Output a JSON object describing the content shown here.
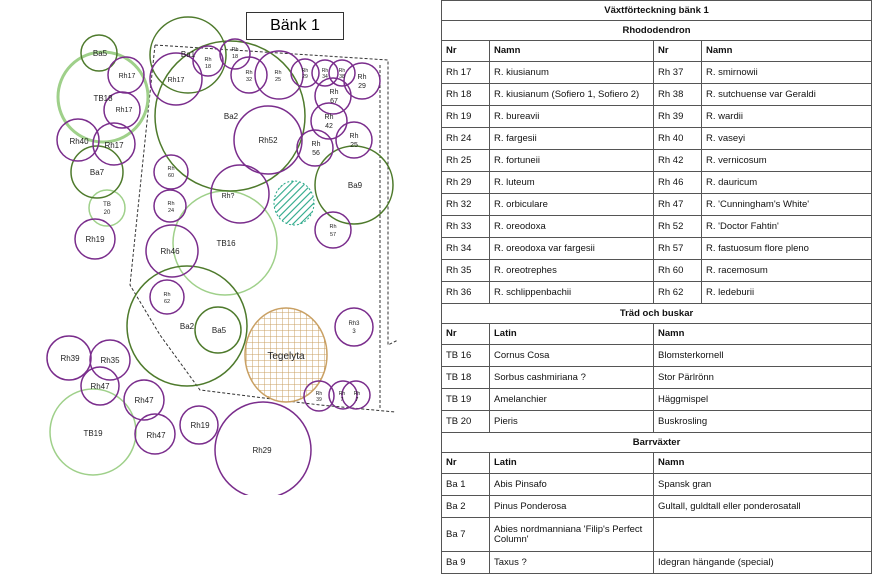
{
  "title": "Bänk 1",
  "map": {
    "labels": {
      "ba5_top": "Ba5",
      "rh17_a": "Rh17",
      "tb18": "TB18",
      "rh17_b": "Rh17",
      "rh40": "Rh40",
      "rh17_c": "Rh17",
      "ba7": "Ba7",
      "tb20_a": "TB",
      "tb20_b": "20",
      "rh19_left": "Rh19",
      "ba1": "Ba1",
      "rh17_top": "Rh17",
      "rh18_a": "Rh",
      "rh18_b": "18",
      "rh18b_a": "Rh",
      "rh18b_b": "18",
      "rh32_a": "Rh",
      "rh32_b": "32",
      "rh25_a": "Rh",
      "rh25_b": "25",
      "rh29s_a": "Rh",
      "rh29s_b": "29",
      "rh34_a": "Rh",
      "rh34_b": "34",
      "rh38_a": "Rh",
      "rh38_b": "38",
      "rh29_a": "Rh",
      "rh29_b": "29",
      "rh67_a": "Rh",
      "rh67_b": "67",
      "rh42_a": "Rh",
      "rh42_b": "42",
      "rh25b_a": "Rh",
      "rh25b_b": "25",
      "rh56_a": "Rh",
      "rh56_b": "56",
      "ba2_top": "Ba2",
      "rh52": "Rh52",
      "rh60_a": "Rh",
      "rh60_b": "60",
      "rhq": "Rh?",
      "ba9": "Ba9",
      "rh24_a": "Rh",
      "rh24_b": "24",
      "rh57_a": "Rh",
      "rh57_b": "57",
      "rh46": "Rh46",
      "tb16": "TB16",
      "rh62_a": "Rh",
      "rh62_b": "62",
      "ba2_bot": "Ba2",
      "ba5_bot": "Ba5",
      "rh33_a": "Rh3",
      "rh33_b": "3",
      "tegelyta": "Tegelyta",
      "rh39": "Rh39",
      "rh35": "Rh35",
      "rh47_a": "Rh47",
      "rh47_b": "Rh47",
      "tb19": "TB19",
      "rh47_c": "Rh47",
      "rh19_bot": "Rh19",
      "rh29_big": "Rh29",
      "rh39s_a": "Rh",
      "rh39s_b": "39",
      "rh7a_a": "Rh",
      "rh7a_b": "7",
      "rh7b_a": "Rh",
      "rh7b_b": "7"
    }
  },
  "table_title": "Växtförteckning bänk 1",
  "rhododendron": {
    "heading": "Rhododendron",
    "cols": [
      "Nr",
      "Namn",
      "Nr",
      "Namn"
    ],
    "rows": [
      [
        "Rh 17",
        "R. kiusianum",
        "Rh 37",
        "R. smirnowii"
      ],
      [
        "Rh 18",
        "R. kiusianum (Sofiero 1, Sofiero 2)",
        "Rh 38",
        "R. sutchuense var Geraldi"
      ],
      [
        "Rh 19",
        "R. bureavii",
        "Rh 39",
        "R. wardii"
      ],
      [
        "Rh 24",
        "R. fargesii",
        "Rh 40",
        "R. vaseyi"
      ],
      [
        "Rh 25",
        "R. fortuneii",
        "Rh 42",
        "R. vernicosum"
      ],
      [
        "Rh 29",
        "R. luteum",
        "Rh 46",
        "R. dauricum"
      ],
      [
        "Rh 32",
        "R. orbiculare",
        "Rh 47",
        "R.  'Cunningham's White'"
      ],
      [
        "Rh 33",
        "R. oreodoxa",
        "Rh 52",
        "R. 'Doctor Fahtin'"
      ],
      [
        "Rh 34",
        "R. oreodoxa var fargesii",
        "Rh 57",
        "R. fastuosum flore pleno"
      ],
      [
        "Rh 35",
        "R. oreotrephes",
        "Rh 60",
        "R. racemosum"
      ],
      [
        "Rh 36",
        "R. schlippenbachii",
        "Rh 62",
        "R. ledeburii"
      ]
    ]
  },
  "trad": {
    "heading": "Träd och buskar",
    "cols": [
      "Nr",
      "Latin",
      "Namn"
    ],
    "rows": [
      [
        "TB 16",
        "Cornus Cosa",
        "Blomsterkornell"
      ],
      [
        "TB 18",
        "Sorbus cashmiriana ?",
        "Stor Pärlrönn"
      ],
      [
        "TB 19",
        "Amelanchier",
        "Häggmispel"
      ],
      [
        "TB 20",
        "Pieris",
        "Buskrosling"
      ]
    ]
  },
  "barr": {
    "heading": "Barrväxter",
    "cols": [
      "Nr",
      "Latin",
      "Namn"
    ],
    "rows": [
      [
        "Ba 1",
        "Abis Pinsafo",
        "Spansk gran"
      ],
      [
        "Ba 2",
        "Pinus Ponderosa",
        "Gultall, guldtall eller ponderosatall"
      ],
      [
        "Ba 7",
        "Abies nordmanniana 'Filip's    Perfect Column'",
        ""
      ],
      [
        "Ba 9",
        "Taxus ?",
        "Idegran hängande (special)"
      ]
    ]
  },
  "colors": {
    "rhododendron": "#7a2d8c",
    "conifer": "#4e7a2c",
    "tree": "#9fd08a",
    "hatch_green": "#2aa889",
    "brick": "#c9a063"
  }
}
